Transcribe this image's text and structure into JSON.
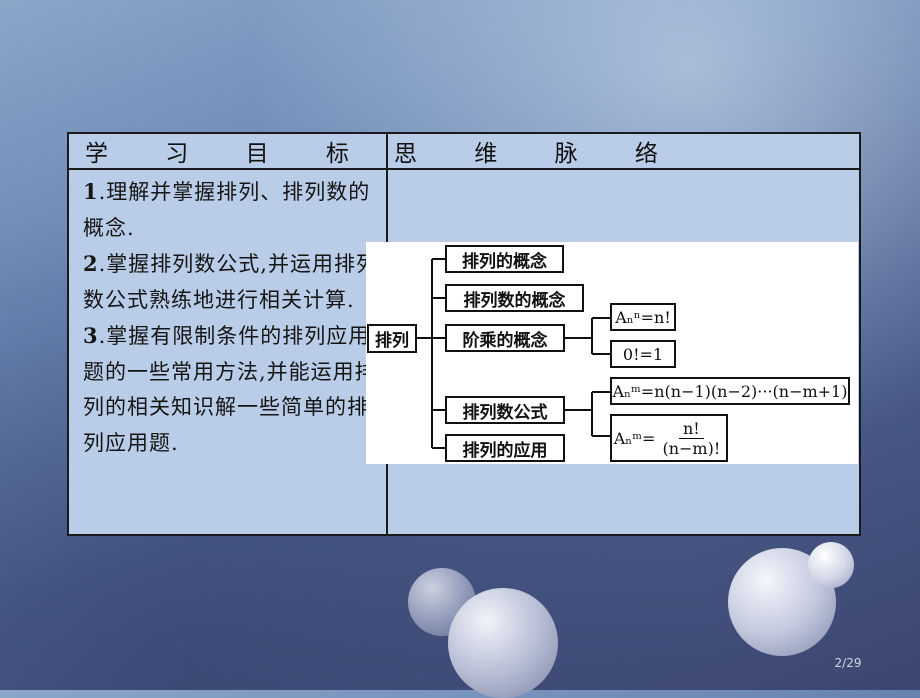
{
  "table": {
    "header_left": "学 习 目 标",
    "header_right": "思 维 脉 络",
    "goals": [
      {
        "num": "1",
        "text": ".理解并掌握排列、排列数的概念."
      },
      {
        "num": "2",
        "text": ".掌握排列数公式,并运用排列数公式熟练地进行相关计算."
      },
      {
        "num": "3",
        "text": ".掌握有限制条件的排列应用题的一些常用方法,并能运用排列的相关知识解一些简单的排列应用题."
      }
    ]
  },
  "mindmap": {
    "root": "排列",
    "branches": [
      "排列的概念",
      "排列数的概念",
      "阶乘的概念",
      "排列数公式",
      "排列的应用"
    ],
    "factorial_formulas": [
      "Aₙⁿ=n!",
      "0!=1"
    ],
    "permutation_formula_1": "Aₙᵐ=n(n−1)(n−2)···(n−m+1)",
    "permutation_formula_2_prefix": "Aₙᵐ=",
    "permutation_formula_2_numerator": "n!",
    "permutation_formula_2_denominator": "(n−m)!"
  },
  "page_number": "2/29"
}
